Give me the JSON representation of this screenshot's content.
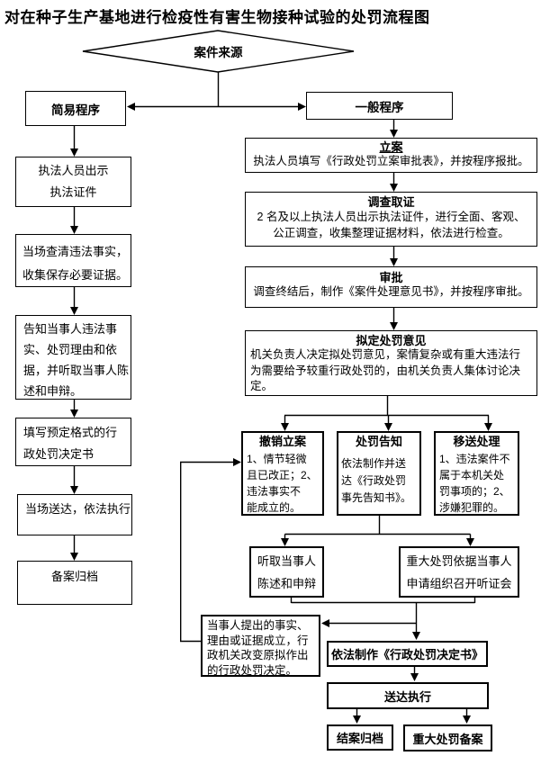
{
  "page": {
    "title": "对在种子生产基地进行检疫性有害生物接种试验的处罚流程图"
  },
  "flowchart": {
    "case_source": "案件来源",
    "simple_procedure_label": "简易程序",
    "general_procedure_label": "一般程序",
    "simple_steps": [
      "执法人员出示\n执法证件",
      "当场查清违法事实，\n收集保存必要证据。",
      "告知当事人违法事\n实、处罚理由和依\n据，并听取当事人陈\n述和申辩。",
      "填写预定格式的行\n政处罚决定书",
      "当场送达，依法执行",
      "备案归档"
    ],
    "general_steps": [
      {
        "title": "立案",
        "body": "执法人员填写《行政处罚立案审批表》，并按程序报批。"
      },
      {
        "title": "调查取证",
        "body": "2 名及以上执法人员出示执法证件，进行全面、客观、\n公正调查，收集整理证据材料，依法进行检查。"
      },
      {
        "title": "审批",
        "body": "调查终结后，制作《案件处理意见书》，并按程序审批。"
      },
      {
        "title": "拟定处罚意见",
        "body": "机关负责人决定拟处罚意见，案情复杂或有重大违法行\n为需要给予较重行政处罚的，由机关负责人集体讨论决\n定。"
      }
    ],
    "outcomes": [
      {
        "title": "撤销立案",
        "body": "1、情节轻微\n且已改正；2、\n违法事实不\n能成立的。"
      },
      {
        "title": "处罚告知",
        "body": "依法制作并送\n达《行政处罚\n事先告知书》。"
      },
      {
        "title": "移送处理",
        "body": "1、违法案件不\n属于本机关处\n罚事项的；2、\n涉嫌犯罪的。"
      }
    ],
    "statement_box": "听取当事人\n陈述和申辩",
    "hearing_box": "重大处罚依据当事人\n申请组织召开听证会",
    "revision_box": "当事人提出的事实、\n理由或证据成立，行\n政机关改变原拟作出\n的行政处罚决定。",
    "decision_box": "依法制作《行政处罚决定书》",
    "delivery_box": "送达执行",
    "closing_box": "结案归档",
    "major_record_box": "重大处罚备案"
  },
  "colors": {
    "line": "#000000",
    "background": "#ffffff",
    "text": "#000000"
  }
}
